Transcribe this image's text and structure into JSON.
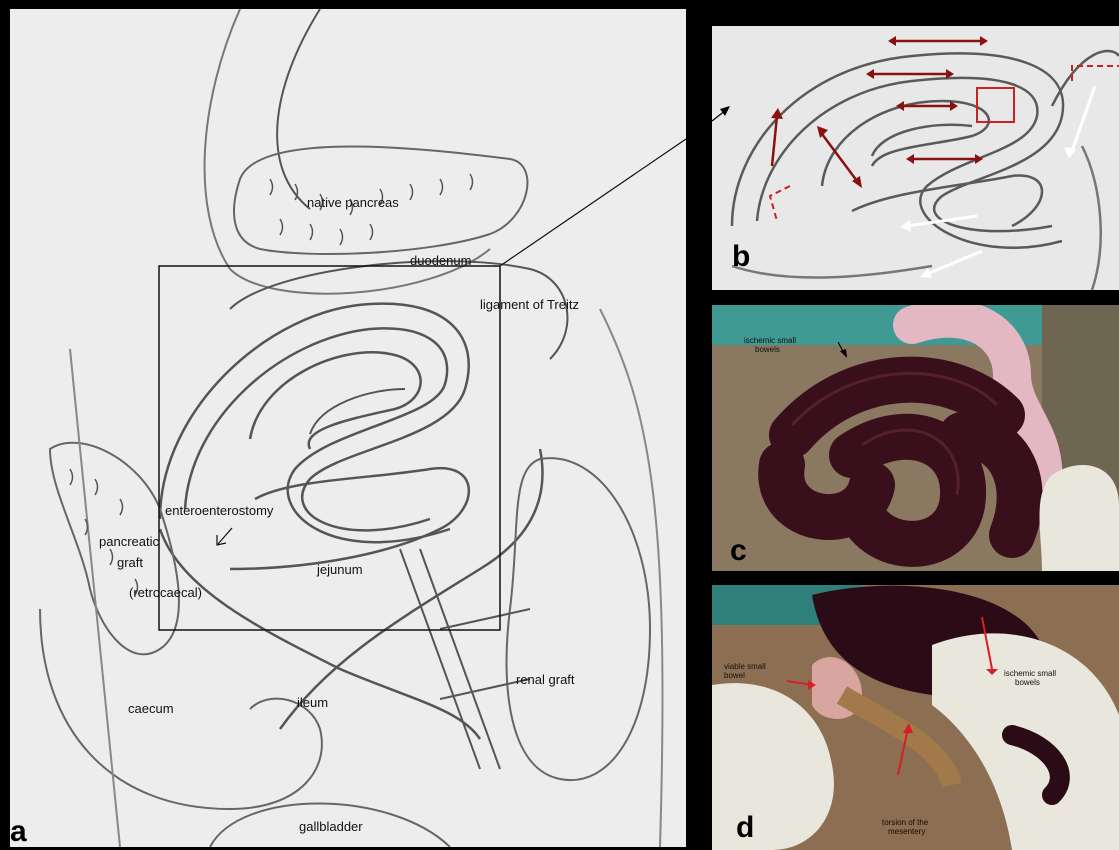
{
  "panels": {
    "a": {
      "letter": "a",
      "labels": {
        "native_pancreas": "native pancreas",
        "duodenum": "duodenum",
        "ligament_of_treitz": "ligament of Treitz",
        "enteroenterostomy": "enteroenterostomy",
        "pancreatic": "pancreatic",
        "graft": "graft",
        "retrocaecal": "(retrocaecal)",
        "jejunum": "jejunum",
        "ileum": "ileum",
        "renal_graft": "renal graft",
        "caecum": "caecum",
        "gallbladder": "gallbladder"
      }
    },
    "b": {
      "letter": "b"
    },
    "c": {
      "letter": "c",
      "labels": {
        "ischemic_line1": "ischemic small",
        "ischemic_line2": "bowels"
      }
    },
    "d": {
      "letter": "d",
      "labels": {
        "viable_line1": "viable small",
        "viable_line2": "bowel",
        "ischemic_line1": "ischemic small",
        "ischemic_line2": "bowels",
        "torsion_line1": "torsion of the",
        "torsion_line2": "mesentery"
      }
    }
  },
  "colors": {
    "sketch_bg": "#ededed",
    "pencil": "#5a5a5a",
    "arrow_red": "#8b1010",
    "arrow_white": "#ffffff",
    "bowel_ischemic": "#3a0f1c",
    "glove": "#e9e6dc",
    "viable_bowel": "#d9a5a0"
  }
}
